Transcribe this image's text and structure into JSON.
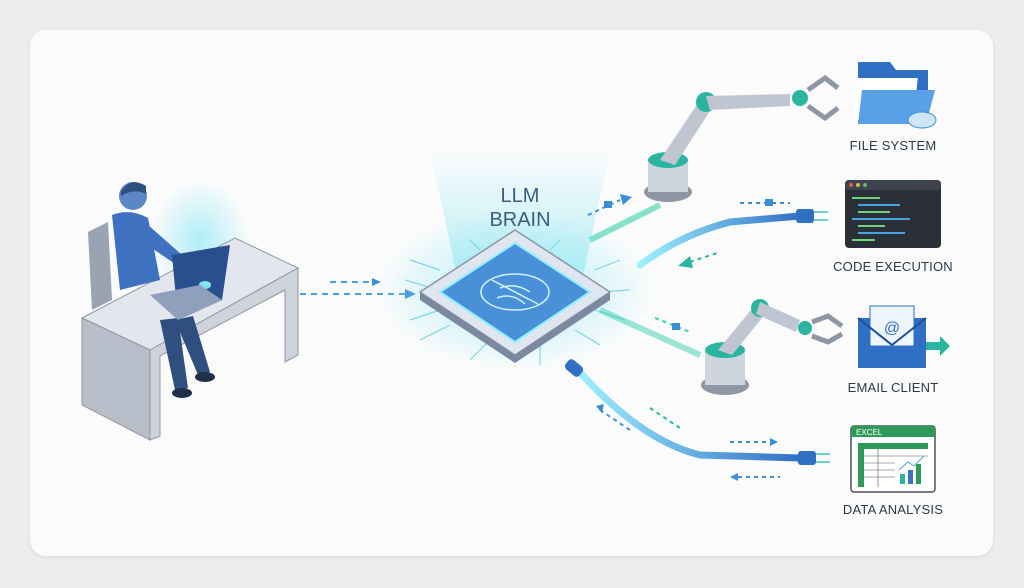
{
  "center": {
    "title_line1": "LLM",
    "title_line2": "BRAIN"
  },
  "tools": [
    {
      "label": "FILE SYSTEM",
      "icon": "folder-cloud-icon"
    },
    {
      "label": "CODE EXECUTION",
      "icon": "terminal-icon"
    },
    {
      "label": "EMAIL CLIENT",
      "icon": "email-icon"
    },
    {
      "label": "DATA ANALYSIS",
      "icon": "spreadsheet-icon",
      "badge": "EXCEL"
    }
  ],
  "colors": {
    "accent": "#3b8fd9",
    "teal": "#2bb5a0",
    "glow": "#7fe3f0",
    "desk": "#c9ced8"
  }
}
